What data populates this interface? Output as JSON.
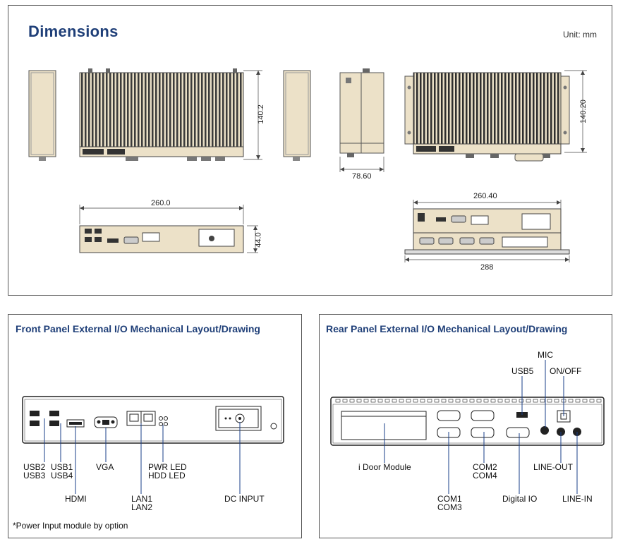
{
  "dimensions": {
    "title": "Dimensions",
    "unit": "Unit: mm",
    "dims": {
      "h_front": "140.2",
      "w_front": "260.0",
      "h_front_view": "44.0",
      "d_side": "78.60",
      "h_rear": "140.20",
      "w_rear": "260.40",
      "w_rear_total": "288"
    }
  },
  "front_panel": {
    "title": "Front Panel External I/O Mechanical Layout/Drawing",
    "labels": {
      "usb2_usb3": [
        "USB2",
        "USB3"
      ],
      "usb1_usb4": [
        "USB1",
        "USB4"
      ],
      "vga": "VGA",
      "hdmi": "HDMI",
      "lan": [
        "LAN1",
        "LAN2"
      ],
      "leds": [
        "PWR LED",
        "HDD LED"
      ],
      "dc_input": "DC INPUT"
    },
    "note": "*Power Input module by option"
  },
  "rear_panel": {
    "title": "Rear Panel External I/O Mechanical Layout/Drawing",
    "labels": {
      "mic": "MIC",
      "usb5": "USB5",
      "onoff": "ON/OFF",
      "idoor": "i Door Module",
      "com24": [
        "COM2",
        "COM4"
      ],
      "line_out": "LINE-OUT",
      "com13": [
        "COM1",
        "COM3"
      ],
      "digital_io": "Digital IO",
      "line_in": "LINE-IN"
    }
  },
  "colors": {
    "title_blue": "#1f3f78",
    "chassis": "#ece1c8",
    "fin": "#3a3a3a"
  }
}
